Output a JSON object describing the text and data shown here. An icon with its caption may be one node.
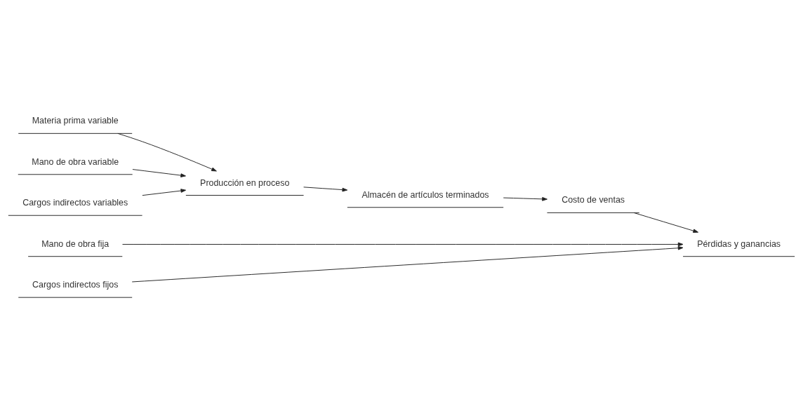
{
  "diagram": {
    "nodes": [
      {
        "text": [
          "Materia prima variable"
        ]
      },
      {
        "text": [
          "Producción en proceso"
        ]
      },
      {
        "text": [
          "Almacén de artículos terminados"
        ]
      },
      {
        "text": [
          "Costo de ventas"
        ]
      },
      {
        "text": [
          "Pérdidas y ganancias"
        ]
      },
      {
        "text": [
          "Mano de obra variable"
        ]
      },
      {
        "text": [
          "Cargos indirectos variables"
        ]
      },
      {
        "text": [
          "Mano de obra fija"
        ]
      },
      {
        "text": [
          "Cargos indirectos fijos"
        ]
      }
    ],
    "edges": [
      {
        "from": 0,
        "to": 1,
        "arrow": "to"
      },
      {
        "from": 1,
        "to": 2,
        "arrow": "to"
      },
      {
        "from": 2,
        "to": 3,
        "arrow": "to"
      },
      {
        "from": 3,
        "to": 4,
        "arrow": "to"
      },
      {
        "from": 5,
        "to": 1,
        "arrow": "to"
      },
      {
        "from": 6,
        "to": 1,
        "arrow": "to"
      },
      {
        "from": 7,
        "to": 4,
        "arrow": "to"
      },
      {
        "from": 8,
        "to": 4,
        "arrow": "to"
      }
    ]
  }
}
